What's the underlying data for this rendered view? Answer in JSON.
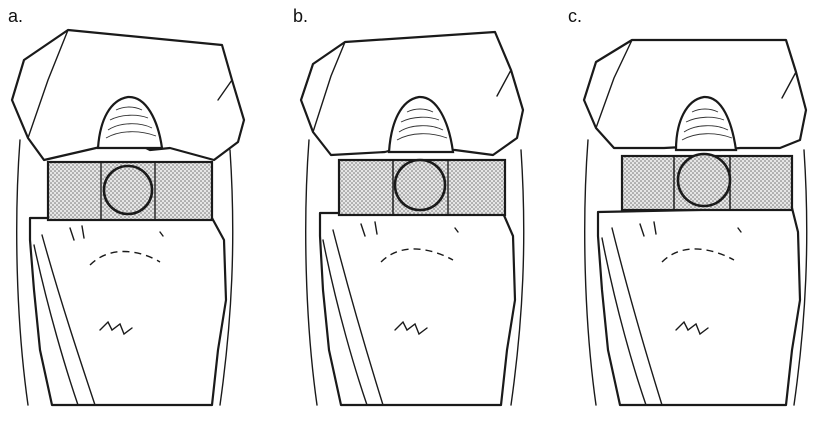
{
  "panels": [
    {
      "label": "a.",
      "variant": "tilted"
    },
    {
      "label": "b.",
      "variant": "level"
    },
    {
      "label": "c.",
      "variant": "raised"
    }
  ]
}
